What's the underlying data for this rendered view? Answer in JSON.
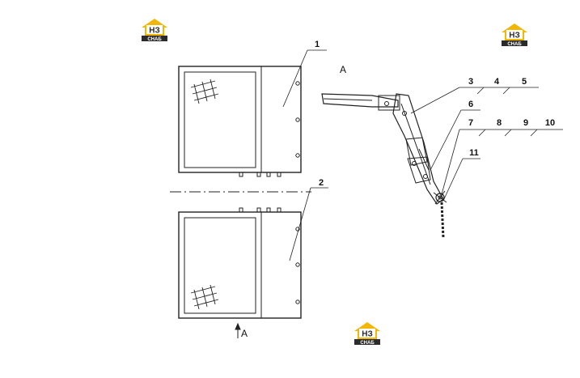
{
  "logos": [
    {
      "top": "НЗ",
      "bottom": "СНАБ"
    },
    {
      "top": "НЗ",
      "bottom": "СНАБ"
    },
    {
      "top": "НЗ",
      "bottom": "СНАБ"
    }
  ],
  "callouts": {
    "c1": "1",
    "c2": "2",
    "c3": "3",
    "c4": "4",
    "c5": "5",
    "c6": "6",
    "c7": "7",
    "c8": "8",
    "c9": "9",
    "c10": "10",
    "c11": "11"
  },
  "view_labels": {
    "top": "A",
    "bottom": "A"
  },
  "colors": {
    "logo_yellow": "#f2b705",
    "logo_dark": "#2b2b2b",
    "line": "#222222"
  }
}
